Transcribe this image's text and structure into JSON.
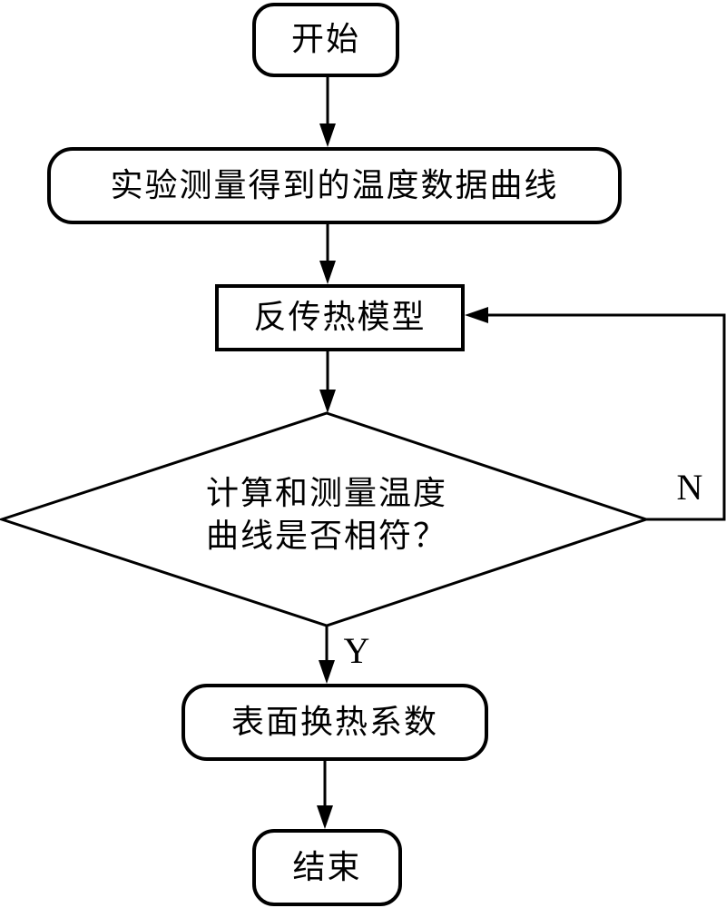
{
  "flowchart": {
    "nodes": {
      "start": {
        "label": "开始",
        "shape": "rounded-terminator"
      },
      "data": {
        "label": "实验测量得到的温度数据曲线",
        "shape": "rounded-process"
      },
      "model": {
        "label": "反传热模型",
        "shape": "rectangle-process"
      },
      "decision": {
        "line1": "计算和测量温度",
        "line2": "曲线是否相符？",
        "shape": "diamond-decision"
      },
      "result": {
        "label": "表面换热系数",
        "shape": "rounded-process"
      },
      "end": {
        "label": "结束",
        "shape": "rounded-terminator"
      }
    },
    "edge_labels": {
      "no": "N",
      "yes": "Y"
    },
    "colors": {
      "stroke": "#000000",
      "background": "#ffffff",
      "text": "#000000"
    }
  }
}
